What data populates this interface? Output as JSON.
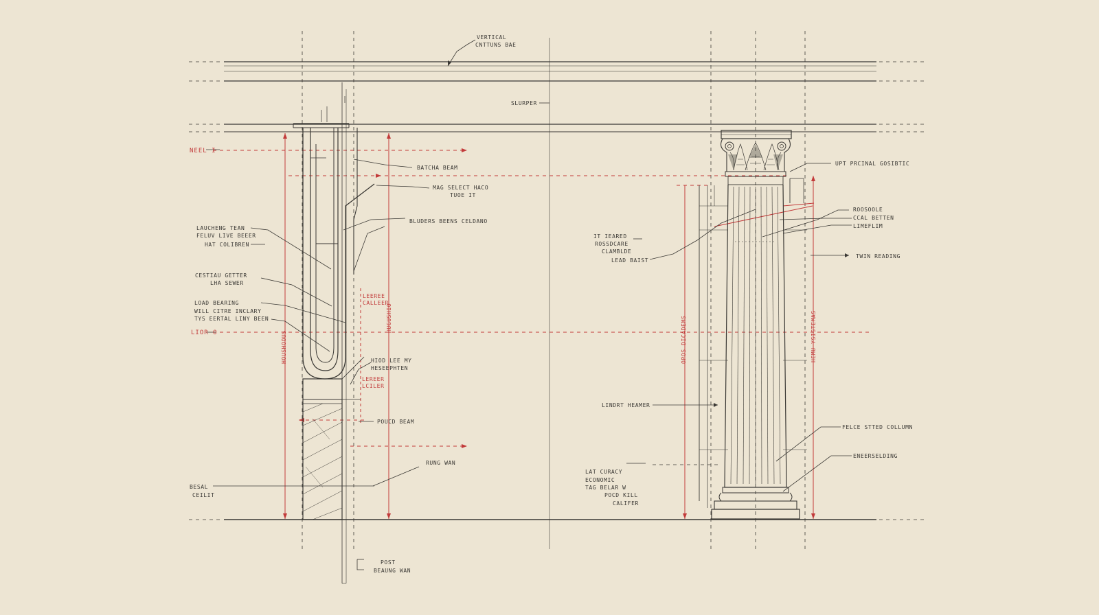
{
  "colors": {
    "paper": "#ede5d3",
    "ink": "#3a3834",
    "red": "#c23a3a"
  },
  "labels": {
    "top_vertical": "VERTICAL",
    "top_continuous": "CNTTUNS BAE",
    "slurper": "SLURPER",
    "nell": "NEEL I",
    "lior": "LIOR O",
    "besal": "BESAL",
    "ceilit": "CEILIT",
    "batcha_beam": "BATCHA BEAM",
    "mag_select_1": "MAG SELECT HACO",
    "mag_select_2": "TUOE IT",
    "boulders": "BLUDERS BEENS CELDANO",
    "launching_1": "LAUCHENG TEAN",
    "launching_2": "FELUV LIVE BEEER",
    "launching_3": "HAT COLIBREN",
    "cestiau_1": "CESTIAU GETTER",
    "cestiau_2": "LHA SEWER",
    "load_bearing_1": "LOAD BEARING",
    "load_bearing_2": "WILL CITRE INCLARY",
    "load_bearing_3": "TYS EERTAL LINY BEEN",
    "red_small_1a": "LEEREE",
    "red_small_1b": "CALLEER",
    "red_small_2a": "LEREER",
    "red_small_2b": "LCILER",
    "hood_1": "HIOD LEE MY",
    "hood_2": "HESEEPHTEN",
    "poured_beam": "POUCD BEAM",
    "rung_wan": "RUNG WAN",
    "post": "POST",
    "bearing_wan": "BEAUNG WAN",
    "dim_left_1": "HOUSHOOUS",
    "dim_left_2": "HUGUSHIO",
    "dim_right_1": "OPOS DICADEMS",
    "dim_right_2": "HEMU YSISTEMAS",
    "it_ieared_1": "IT IEARED",
    "it_ieared_2": "ROSSDCARE",
    "it_ieared_3": "CLAMBLDE",
    "lead_baist": "LEAD BAIST",
    "upper_frieze": "UPT PRCINAL GOSIBTIC",
    "molding_1": "ROOSOOLE",
    "molding_2": "CCAL BETTEN",
    "molding_3": "LIMEFLIM",
    "twin_reading": "TWIN READING",
    "under_header": "LINDRT HEAMER",
    "fluted_column": "FELCE STTED COLLUMN",
    "base_molding": "ENEERSELDING",
    "lat_curacy_1": "LAT CURACY",
    "lat_curacy_2": "ECONOMIC",
    "lat_curacy_3": "TAG BELAR W",
    "lat_curacy_4": "POCD KILL",
    "lat_curacy_5": "CALIFER"
  }
}
